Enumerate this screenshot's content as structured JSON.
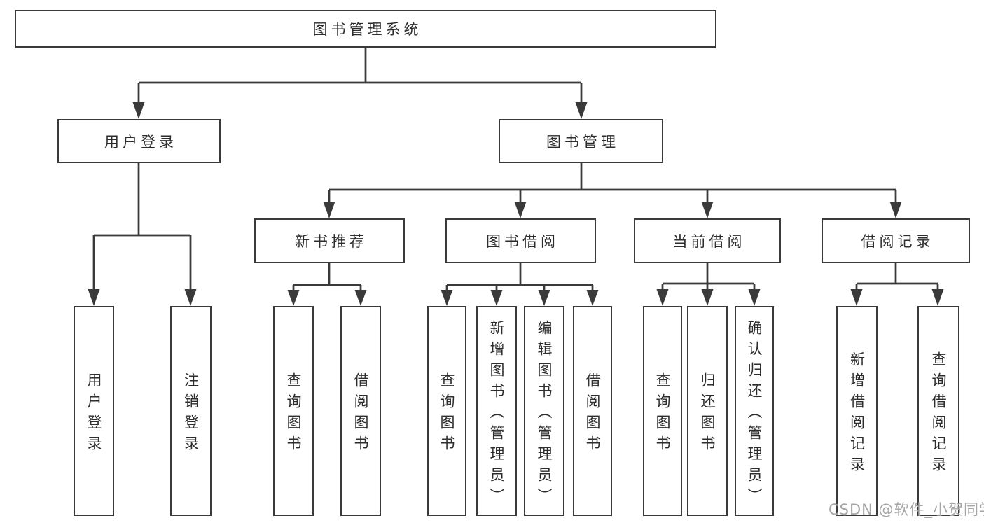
{
  "diagram": {
    "watermark": "CSDN @软件_小贺同学",
    "colors": {
      "line": "#3a3a3a",
      "text": "#2d2d2d",
      "watermark": "#9c9c9c",
      "background": "#ffffff"
    },
    "nodes": {
      "root": {
        "label": "图书管理系统"
      },
      "user_login": {
        "label": "用户登录"
      },
      "book_management": {
        "label": "图书管理"
      },
      "new_book_recommend": {
        "label": "新书推荐"
      },
      "book_borrowing": {
        "label": "图书借阅"
      },
      "current_borrowing": {
        "label": "当前借阅"
      },
      "borrowing_records": {
        "label": "借阅记录"
      },
      "leaf_user_login": {
        "label": "用户登录"
      },
      "leaf_logout_login": {
        "label": "注销登录"
      },
      "leaf_recommend_query_books": {
        "label": "查询图书"
      },
      "leaf_recommend_borrow_books": {
        "label": "借阅图书"
      },
      "leaf_borrowing_query_books": {
        "label": "查询图书"
      },
      "leaf_borrowing_add_books": {
        "label": "新增图书（管理员）"
      },
      "leaf_borrowing_edit_books": {
        "label": "编辑图书（管理员）"
      },
      "leaf_borrowing_borrow_books": {
        "label": "借阅图书"
      },
      "leaf_current_query_books": {
        "label": "查询图书"
      },
      "leaf_current_return_books": {
        "label": "归还图书"
      },
      "leaf_current_confirm_return": {
        "label": "确认归还（管理员）"
      },
      "leaf_records_add_record": {
        "label": "新增借阅记录"
      },
      "leaf_records_query_record": {
        "label": "查询借阅记录"
      }
    }
  }
}
